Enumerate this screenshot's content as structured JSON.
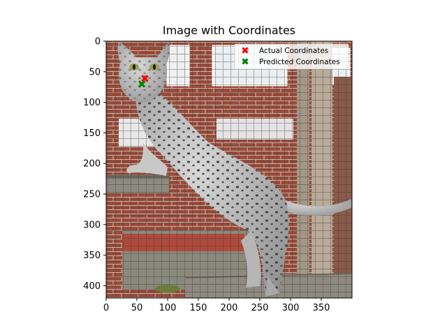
{
  "chart_data": {
    "type": "scatter",
    "title": "Image with Coordinates",
    "xlabel": "",
    "ylabel": "",
    "xlim": [
      0,
      400
    ],
    "ylim": [
      420,
      0
    ],
    "xticks": [
      0,
      50,
      100,
      150,
      200,
      250,
      300,
      350
    ],
    "yticks": [
      0,
      50,
      100,
      150,
      200,
      250,
      300,
      350,
      400
    ],
    "grid": false,
    "legend_position": "top-right",
    "background_image": "photo of a spotted silver tabby cat standing on a wooden ledge in front of a brick wall and wire mesh",
    "series": [
      {
        "name": "Actual Coordinates",
        "marker": "x",
        "color": "#ff0000",
        "points": [
          [
            63,
            61
          ]
        ]
      },
      {
        "name": "Predicted Coordinates",
        "marker": "x",
        "color": "#008000",
        "points": [
          [
            58,
            70
          ]
        ]
      }
    ]
  }
}
